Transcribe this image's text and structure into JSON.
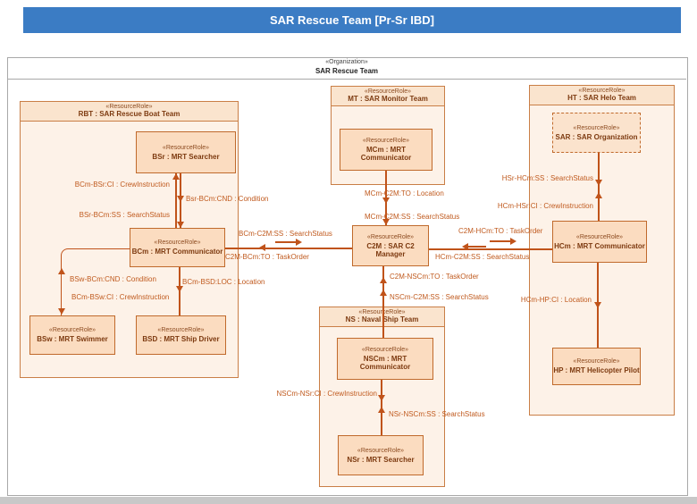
{
  "title_bar": {
    "text": "SAR Rescue Team [Pr-Sr IBD]"
  },
  "frame": {
    "stereotype": "«Organization»",
    "name": "SAR Rescue Team"
  },
  "containers": {
    "rbt": {
      "stereotype": "«ResourceRole»",
      "name": "RBT : SAR Rescue Boat Team"
    },
    "mt": {
      "stereotype": "«ResourceRole»",
      "name": "MT : SAR Monitor Team"
    },
    "ht": {
      "stereotype": "«ResourceRole»",
      "name": "HT : SAR Helo Team"
    },
    "ns": {
      "stereotype": "«ResourceRole»",
      "name": "NS : Naval Ship Team"
    }
  },
  "parts": {
    "bsr": {
      "stereotype": "«ResourceRole»",
      "name": "BSr : MRT Searcher"
    },
    "bcm": {
      "stereotype": "«ResourceRole»",
      "name": "BCm : MRT Communicator"
    },
    "bsw": {
      "stereotype": "«ResourceRole»",
      "name": "BSw : MRT Swimmer"
    },
    "bsd": {
      "stereotype": "«ResourceRole»",
      "name": "BSD : MRT Ship Driver"
    },
    "mcm": {
      "stereotype": "«ResourceRole»",
      "name": "MCm : MRT Communicator"
    },
    "c2m": {
      "stereotype": "«ResourceRole»",
      "name": "C2M : SAR C2 Manager"
    },
    "sar": {
      "stereotype": "«ResourceRole»",
      "name": "SAR : SAR Organization"
    },
    "hcm": {
      "stereotype": "«ResourceRole»",
      "name": "HCm : MRT Communicator"
    },
    "hp": {
      "stereotype": "«ResourceRole»",
      "name": "HP : MRT Helicopter Pilot"
    },
    "nscm": {
      "stereotype": "«ResourceRole»",
      "name": "NSCm : MRT Communicator"
    },
    "nsr": {
      "stereotype": "«ResourceRole»",
      "name": "NSr : MRT Searcher"
    }
  },
  "connector_labels": {
    "bcm_bsr_ci": "BCm-BSr:CI : CrewInstruction",
    "bsr_bcm_cnd": "Bsr-BCm:CND : Condition",
    "bsr_bcm_ss": "BSr-BCm:SS : SearchStatus",
    "bcm_c2m_ss": "BCm-C2M:SS : SearchStatus",
    "c2m_bcm_to": "C2M-BCm:TO : TaskOrder",
    "bsw_bcm_cnd": "BSw-BCm:CND : Condition",
    "bcm_bsw_ci": "BCm-BSw:CI : CrewInstruction",
    "bcm_bsd_loc": "BCm-BSD:LOC : Location",
    "mcm_c2m_to": "MCm-C2M:TO : Location",
    "mcm_c2m_ss": "MCm-C2M:SS : SearchStatus",
    "c2m_hcm_to": "C2M-HCm:TO : TaskOrder",
    "hcm_c2m_ss": "HCm-C2M:SS : SearchStatus",
    "hsr_hcm_ss": "HSr-HCm:SS : SearchStatus",
    "hcm_hsr_ci": "HCm-HSr:CI : CrewInstruction",
    "hcm_hp_ci": "HCm-HP:CI : Location",
    "c2m_nscm_to": "C2M-NSCm:TO : TaskOrder",
    "nscm_c2m_ss": "NSCm-C2M:SS : SearchStatus",
    "nscm_nsr_ci": "NSCm-NSr:CI : CrewInstruction",
    "nsr_nscm_ss": "NSr-NSCm:SS : SearchStatus"
  },
  "colors": {
    "title_bar_bg": "#3b7cc4",
    "title_text": "#ffffff",
    "connector": "#c0531a",
    "box_border": "#c97e46",
    "box_fill": "#fbdcc0",
    "container_fill": "#fdf2e8",
    "label_text": "#c05a1e"
  }
}
